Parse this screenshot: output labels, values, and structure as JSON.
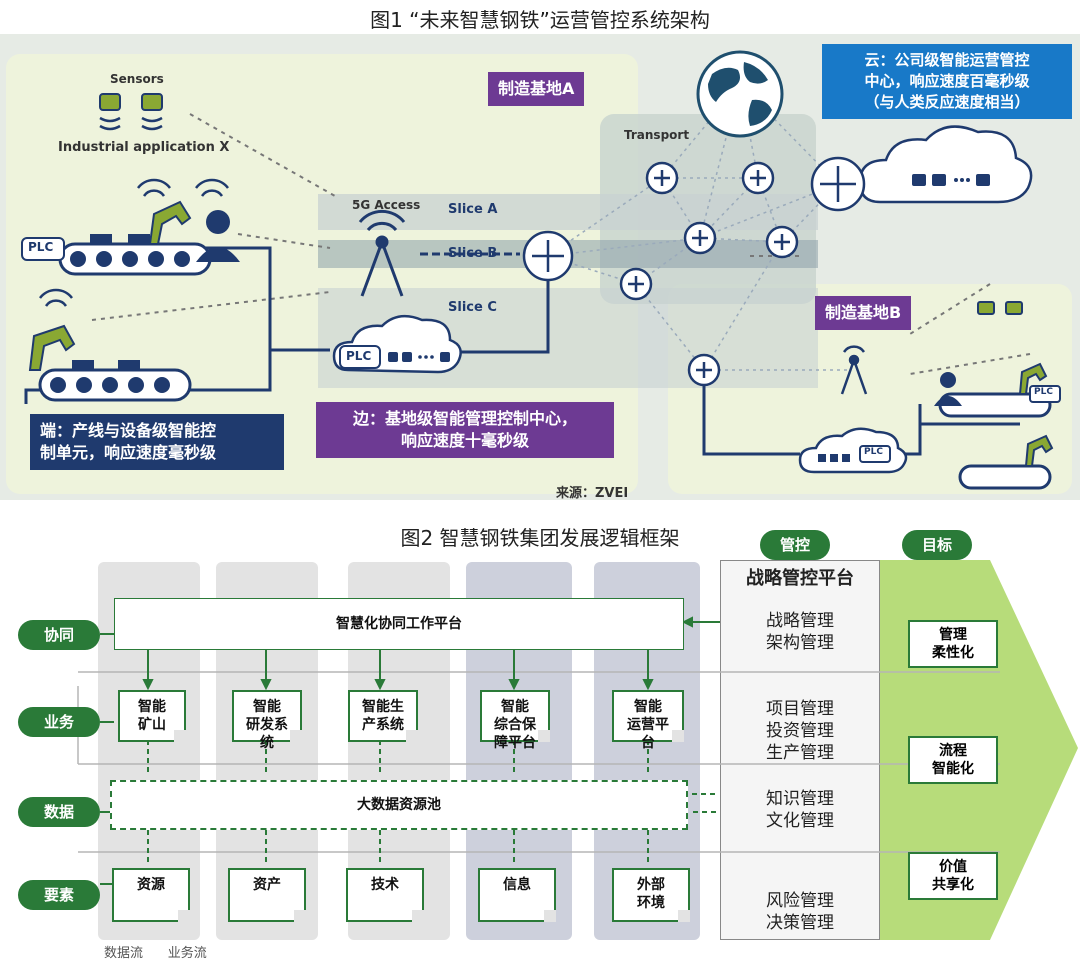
{
  "fig1": {
    "title": "图1 “未来智慧钢铁”运营管控系统架构",
    "sensors": "Sensors",
    "industrial_app": "Industrial application X",
    "plc_left": "PLC",
    "plc_center": "PLC",
    "plc_right_top": "PLC",
    "plc_right_bottom": "PLC",
    "access": "5G Access",
    "slice_a": "Slice A",
    "slice_b": "Slice B",
    "slice_c": "Slice C",
    "transport": "Transport",
    "base_a": "制造基地A",
    "base_b": "制造基地B",
    "cloud_label": [
      "云：公司级智能运营管控",
      "中心，响应速度百毫秒级",
      "（与人类反应速度相当）"
    ],
    "edge_label": [
      "边：基地级智能管理控制中心，",
      "响应速度十毫秒级"
    ],
    "end_label": [
      "端：产线与设备级智能控",
      "制单元，响应速度毫秒级"
    ],
    "source": "来源：ZVEI"
  },
  "fig2": {
    "title": "图2 智慧钢铁集团发展逻辑框架",
    "top_pills": {
      "control": "管控",
      "goal": "目标"
    },
    "rows": [
      "协同",
      "业务",
      "数据",
      "要素"
    ],
    "platform": "智慧化协同工作平台",
    "data_pool": "大数据资源池",
    "business_cards": [
      [
        "智能",
        "矿山"
      ],
      [
        "智能",
        "研发系",
        "统"
      ],
      [
        "智能生",
        "产系统"
      ],
      [
        "智能",
        "综合保",
        "障平台"
      ],
      [
        "智能",
        "运营平",
        "台"
      ]
    ],
    "element_cards": [
      [
        "资源"
      ],
      [
        "资产"
      ],
      [
        "技术"
      ],
      [
        "信息"
      ],
      [
        "外部",
        "环境"
      ]
    ],
    "strategy_platform": "战略管控平台",
    "mgmt_groups": [
      [
        "战略管理",
        "架构管理"
      ],
      [
        "项目管理",
        "投资管理",
        "生产管理"
      ],
      [
        "知识管理",
        "文化管理"
      ],
      [
        "风险管理",
        "决策管理"
      ]
    ],
    "goals": [
      [
        "管理",
        "柔性化"
      ],
      [
        "流程",
        "智能化"
      ],
      [
        "价值",
        "共享化"
      ]
    ],
    "legend_partial": "数据流      业务流"
  },
  "colors": {
    "green": "#2a7a38",
    "purple": "#6d3a93",
    "navy": "#1f3a6e",
    "blue": "#1879c8",
    "arrow_green": "#b7dc7a"
  }
}
